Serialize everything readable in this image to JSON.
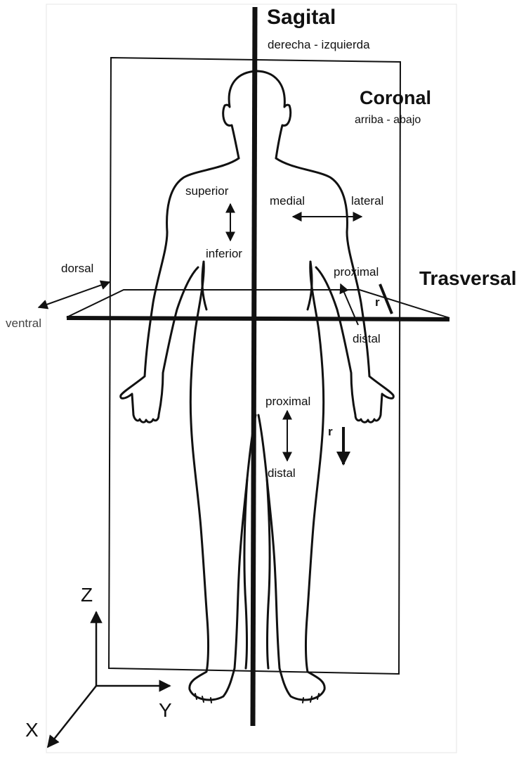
{
  "planes": {
    "sagital": {
      "name": "Sagital",
      "directions": "derecha - izquierda"
    },
    "coronal": {
      "name": "Coronal",
      "directions": "arriba - abajo"
    },
    "trasversal": {
      "name": "Trasversal"
    }
  },
  "terms": {
    "superior": "superior",
    "inferior": "inferior",
    "medial": "medial",
    "lateral": "lateral",
    "dorsal": "dorsal",
    "ventral": "ventral",
    "proximal_arm": "proximal",
    "distal_arm": "distal",
    "proximal_leg": "proximal",
    "distal_leg": "distal",
    "r_arm": "r",
    "r_leg": "r"
  },
  "axes": {
    "z": "Z",
    "y": "Y",
    "x": "X"
  },
  "colors": {
    "line": "#111111",
    "background": "#ffffff"
  }
}
